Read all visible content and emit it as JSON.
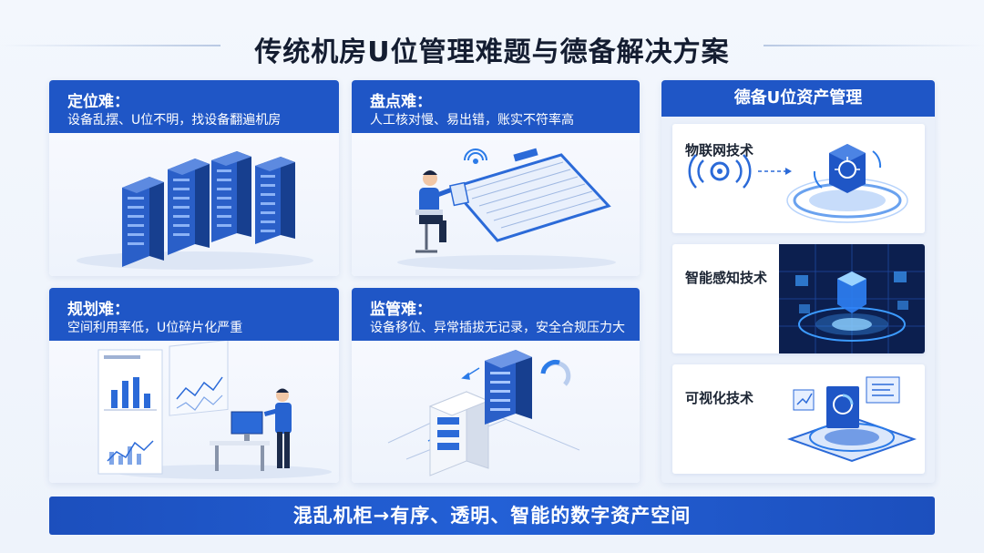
{
  "title": "传统机房U位管理难题与德备解决方案",
  "problems": [
    {
      "heading": "定位难：",
      "desc": "设备乱摆、U位不明，找设备翻遍机房"
    },
    {
      "heading": "盘点难：",
      "desc": "人工核对慢、易出错，账实不符率高"
    },
    {
      "heading": "规划难：",
      "desc": "空间利用率低，U位碎片化严重"
    },
    {
      "heading": "监管难：",
      "desc": "设备移位、异常插拔无记录，安全合规压力大"
    }
  ],
  "solution": {
    "heading": "德备U位资产管理",
    "techs": [
      {
        "label": "物联网技术",
        "icon": "iot-signal-icon"
      },
      {
        "label": "智能感知技术",
        "icon": "sensor-hologram-icon"
      },
      {
        "label": "可视化技术",
        "icon": "visual-dashboard-icon"
      }
    ]
  },
  "banner": "混乱机柜→有序、透明、智能的数字资产空间",
  "colors": {
    "primary": "#1f56c6",
    "accent": "#2b7be8",
    "background": "#eef3fb"
  }
}
